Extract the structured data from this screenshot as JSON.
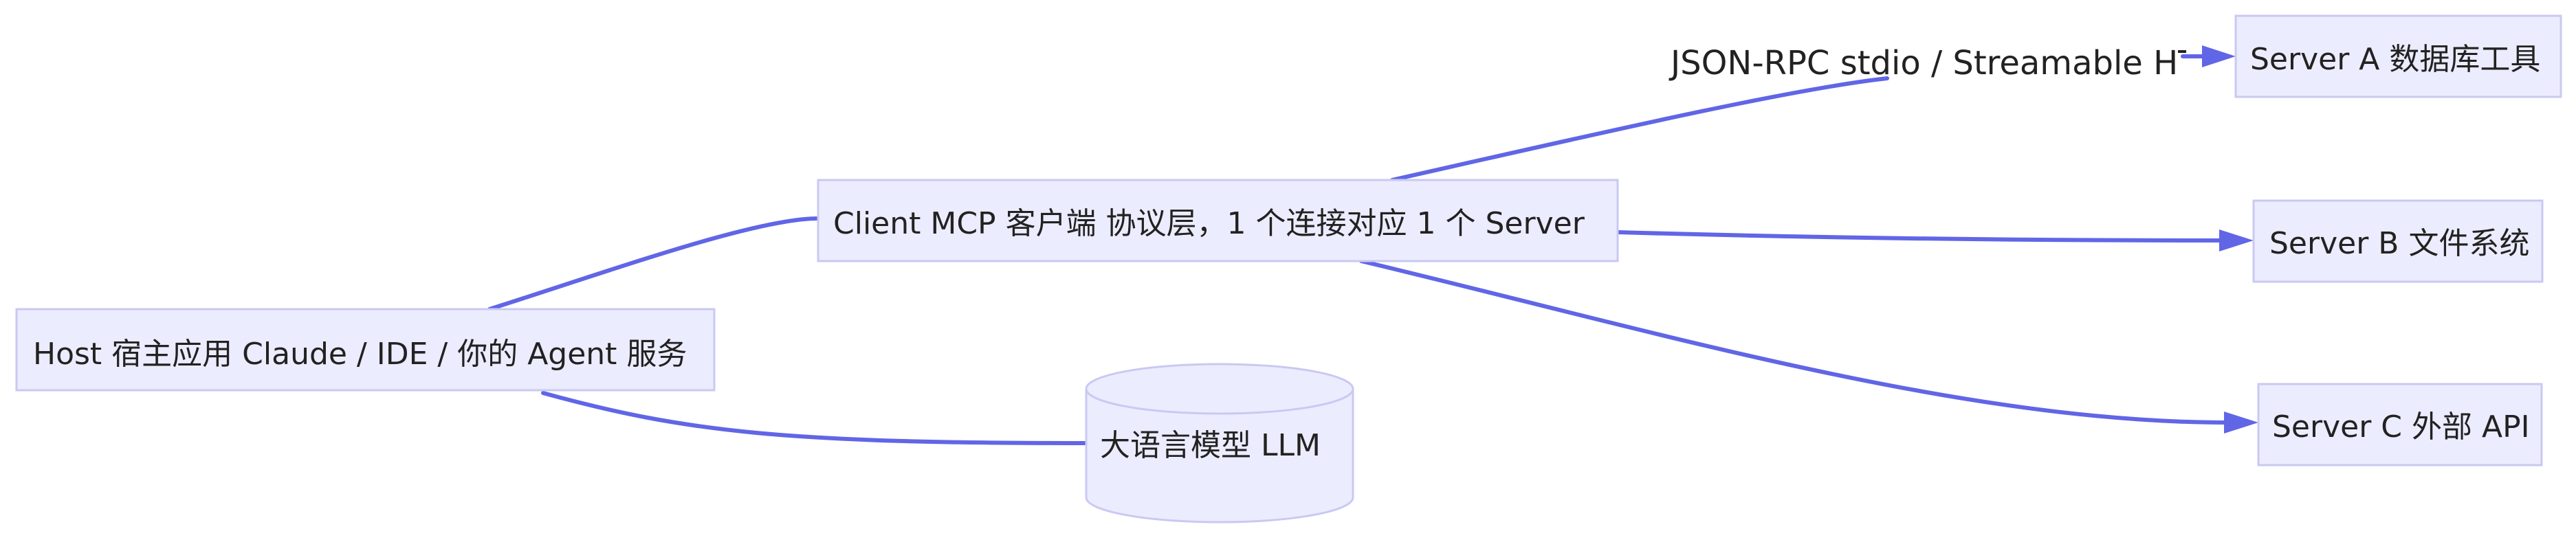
{
  "nodes": {
    "host": "Host 宿主应用 Claude / IDE / 你的 Agent 服务",
    "client": "Client MCP 客户端 协议层，1 个连接对应 1 个 Server",
    "llm": "大语言模型 LLM",
    "server_a": "Server A 数据库工具",
    "server_b": "Server B 文件系统",
    "server_c": "Server C 外部 API"
  },
  "edges": {
    "client_server_a_label": "JSON-RPC stdio / Streamable HTTP"
  },
  "colors": {
    "node_fill": "#ececff",
    "node_stroke": "#c9c9f2",
    "edge": "#6166e6",
    "text": "#222222"
  }
}
